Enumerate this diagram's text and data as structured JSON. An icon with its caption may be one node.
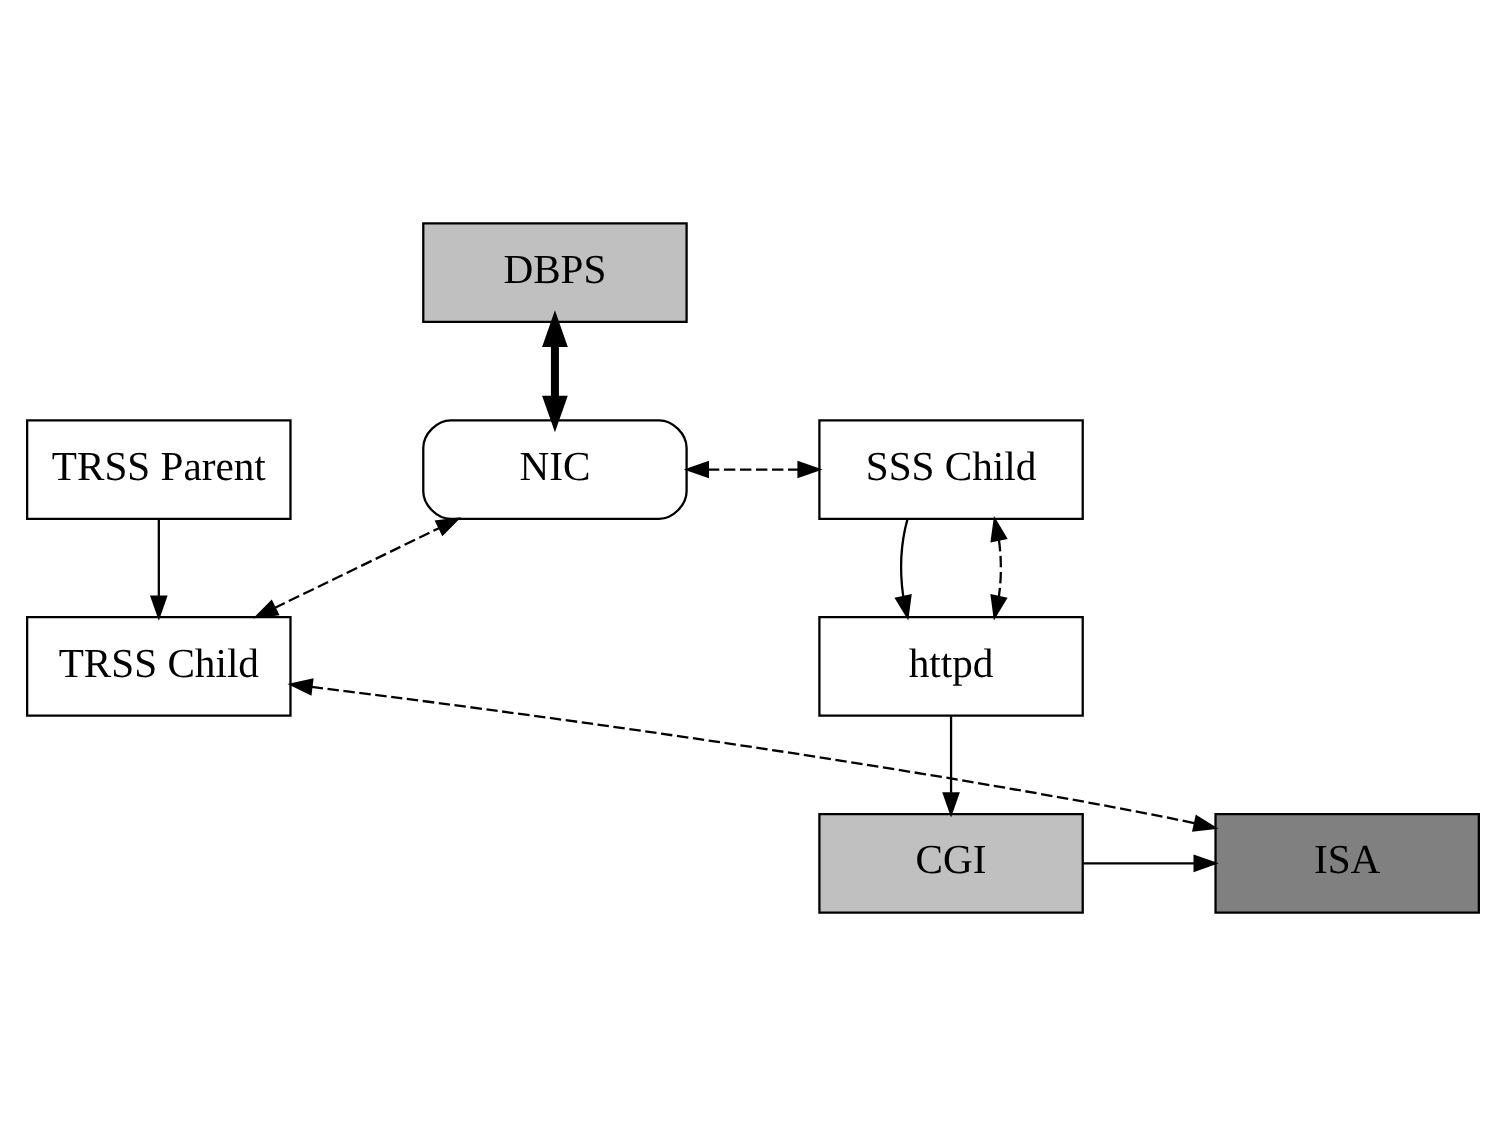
{
  "diagram": {
    "nodes": [
      {
        "text": [
          "DBPS"
        ]
      },
      {
        "text": [
          "TRSS Parent"
        ]
      },
      {
        "text": [
          "NIC"
        ]
      },
      {
        "text": [
          "SSS Child"
        ]
      },
      {
        "text": [
          "TRSS Child"
        ]
      },
      {
        "text": [
          "httpd"
        ]
      },
      {
        "text": [
          "ISA"
        ]
      },
      {
        "text": [
          "CGI"
        ]
      }
    ],
    "edges": [
      {
        "from": 0,
        "to": 2,
        "arrow": "both",
        "style": "thick"
      },
      {
        "from": 1,
        "to": 4,
        "arrow": "to"
      },
      {
        "from": 2,
        "to": 3,
        "arrow": "both",
        "style": "dashed"
      },
      {
        "from": 4,
        "to": 2,
        "arrow": "both",
        "style": "dashed"
      },
      {
        "from": 3,
        "to": 5,
        "arrow": "to"
      },
      {
        "from": 3,
        "to": 5,
        "arrow": "both",
        "style": "dashed"
      },
      {
        "from": 5,
        "to": 7,
        "arrow": "to"
      },
      {
        "from": 4,
        "to": 6,
        "arrow": "both",
        "style": "dashed"
      },
      {
        "from": 7,
        "to": 6,
        "arrow": "to"
      }
    ]
  }
}
